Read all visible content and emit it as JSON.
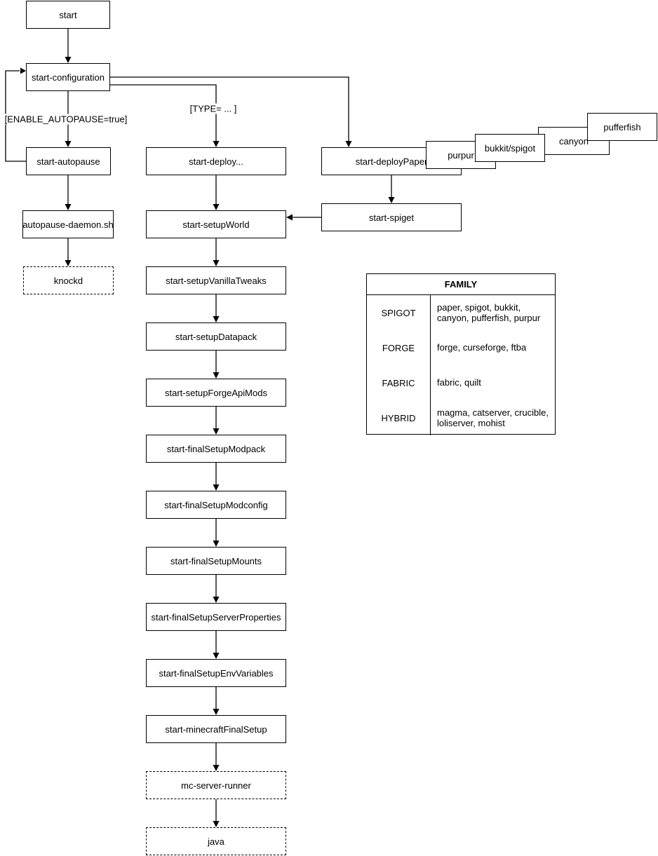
{
  "diagram": {
    "nodes": {
      "start": "start",
      "start_configuration": "start-configuration",
      "start_autopause": "start-autopause",
      "autopause_daemon": "autopause-daemon.sh",
      "knockd": "knockd",
      "start_deploy": "start-deploy...",
      "start_setup_world": "start-setupWorld",
      "start_setup_vanilla_tweaks": "start-setupVanillaTweaks",
      "start_setup_datapack": "start-setupDatapack",
      "start_setup_forge_api_mods": "start-setupForgeApiMods",
      "start_final_setup_modpack": "start-finalSetupModpack",
      "start_final_setup_modconfig": "start-finalSetupModconfig",
      "start_final_setup_mounts": "start-finalSetupMounts",
      "start_final_setup_server_properties": "start-finalSetupServerProperties",
      "start_final_setup_env_variables": "start-finalSetupEnvVariables",
      "start_minecraft_final_setup": "start-minecraftFinalSetup",
      "mc_server_runner": "mc-server-runner",
      "java": "java",
      "start_deploy_paper": "start-deployPaper",
      "start_spiget": "start-spiget",
      "purpur": "purpur",
      "bukkit_spigot": "bukkit/spigot",
      "canyon": "canyon",
      "pufferfish": "pufferfish"
    },
    "edge_labels": {
      "enable_autopause": "[ENABLE_AUTOPAUSE=true]",
      "type": "[TYPE= ... ]"
    },
    "family_table": {
      "title": "FAMILY",
      "rows": [
        {
          "family": "SPIGOT",
          "members": "paper, spigot, bukkit, canyon, pufferfish, purpur"
        },
        {
          "family": "FORGE",
          "members": "forge, curseforge, ftba"
        },
        {
          "family": "FABRIC",
          "members": "fabric, quilt"
        },
        {
          "family": "HYBRID",
          "members": "magma, catserver, crucible, loliserver, mohist"
        }
      ]
    },
    "colors": {
      "stroke": "#000000",
      "fill": "#ffffff",
      "text": "#000000"
    }
  }
}
